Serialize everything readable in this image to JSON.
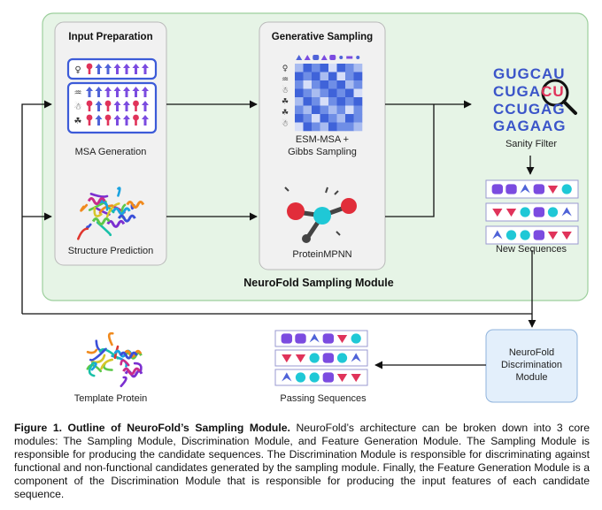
{
  "module_title": "NeuroFold Sampling Module",
  "input_panel": {
    "title": "Input Preparation",
    "msa_label": "MSA Generation",
    "structure_label": "Structure Prediction"
  },
  "generative_panel": {
    "title": "Generative Sampling",
    "esm_label_line1": "ESM-MSA +",
    "esm_label_line2": "Gibbs Sampling",
    "mpnn_label": "ProteinMPNN"
  },
  "sanity": {
    "seq_lines": [
      "GUGCAU",
      "CUGACU",
      "CCUGAG",
      "GAGAAG"
    ],
    "highlight": "CU",
    "label": "Sanity Filter"
  },
  "new_sequences_label": "New Sequences",
  "discrimination_label": [
    "NeuroFold",
    "Discrimination",
    "Module"
  ],
  "passing_sequences_label": "Passing Sequences",
  "template_protein_label": "Template Protein",
  "caption": {
    "bold": "Figure 1. Outline of NeuroFold’s Sampling Module.",
    "text": " NeuroFold’s architecture can be broken down into 3 core modules: The Sampling Module, Discrimination Module, and Feature Generation Module. The Sampling Module is responsible for producing the candidate sequences. The Discrimination Module is responsible for discriminating against functional and non-functional candidates generated by the sampling module. Finally, the Feature Generation Module is a component of the Discrimination Module that is responsible for producing the input features of each candidate sequence."
  },
  "colors": {
    "module_bg": "#e6f4e6",
    "module_border": "#9ccf9c",
    "panel_bg": "#f1f1f1",
    "discrimination_bg": "#e3effb",
    "blue": "#4f63d8",
    "purple": "#7b4be0",
    "cyan": "#1fc8d6",
    "red": "#e0335a",
    "pink": "#ff5a8a"
  },
  "icons": [
    "arrow-icon",
    "protein-structure-icon",
    "molecule-icon",
    "magnifier-icon",
    "person-icon",
    "fish-icon",
    "bird-icon",
    "frog-icon"
  ]
}
